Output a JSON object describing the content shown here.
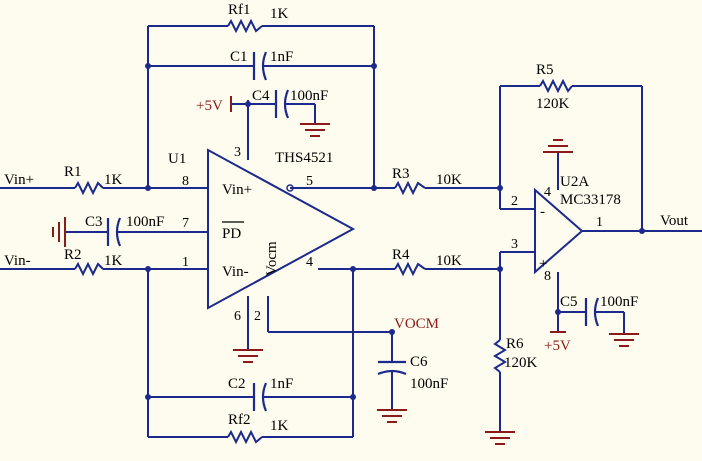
{
  "colors": {
    "wire": "#1b2a8c",
    "power": "#8b1a1a",
    "text": "#000000",
    "background": "#fdfcee"
  },
  "components": {
    "rf1": {
      "ref": "Rf1",
      "value": "1K"
    },
    "c1": {
      "ref": "C1",
      "value": "1nF"
    },
    "c4": {
      "ref": "C4",
      "value": "100nF"
    },
    "r1": {
      "ref": "R1",
      "value": "1K"
    },
    "c3": {
      "ref": "C3",
      "value": "100nF"
    },
    "r2": {
      "ref": "R2",
      "value": "1K"
    },
    "c2": {
      "ref": "C2",
      "value": "1nF"
    },
    "rf2": {
      "ref": "Rf2",
      "value": "1K"
    },
    "c6": {
      "ref": "C6",
      "value": "100nF"
    },
    "r3": {
      "ref": "R3",
      "value": "10K"
    },
    "r4": {
      "ref": "R4",
      "value": "10K"
    },
    "r5": {
      "ref": "R5",
      "value": "120K"
    },
    "r6": {
      "ref": "R6",
      "value": "120K"
    },
    "c5": {
      "ref": "C5",
      "value": "100nF"
    },
    "u1": {
      "ref": "U1",
      "part": "THS4521",
      "pin_in_plus": "Vin+",
      "pin_in_minus": "Vin-",
      "pin_pd": "PD",
      "pin_vocm": "Vocm"
    },
    "u2a": {
      "ref": "U2A",
      "part": "MC33178",
      "plus": "+",
      "minus": "-"
    }
  },
  "nets": {
    "vin_plus": "Vin+",
    "vin_minus": "Vin-",
    "vout": "Vout",
    "vocm": "VOCM",
    "vcc_u1": "+5V",
    "vcc_u2": "+5V"
  },
  "pins": {
    "u1_8": "8",
    "u1_7": "7",
    "u1_1": "1",
    "u1_3": "3",
    "u1_5": "5",
    "u1_4": "4",
    "u1_6": "6",
    "u1_2": "2",
    "u2_2": "2",
    "u2_3": "3",
    "u2_1": "1",
    "u2_4": "4",
    "u2_8": "8"
  }
}
